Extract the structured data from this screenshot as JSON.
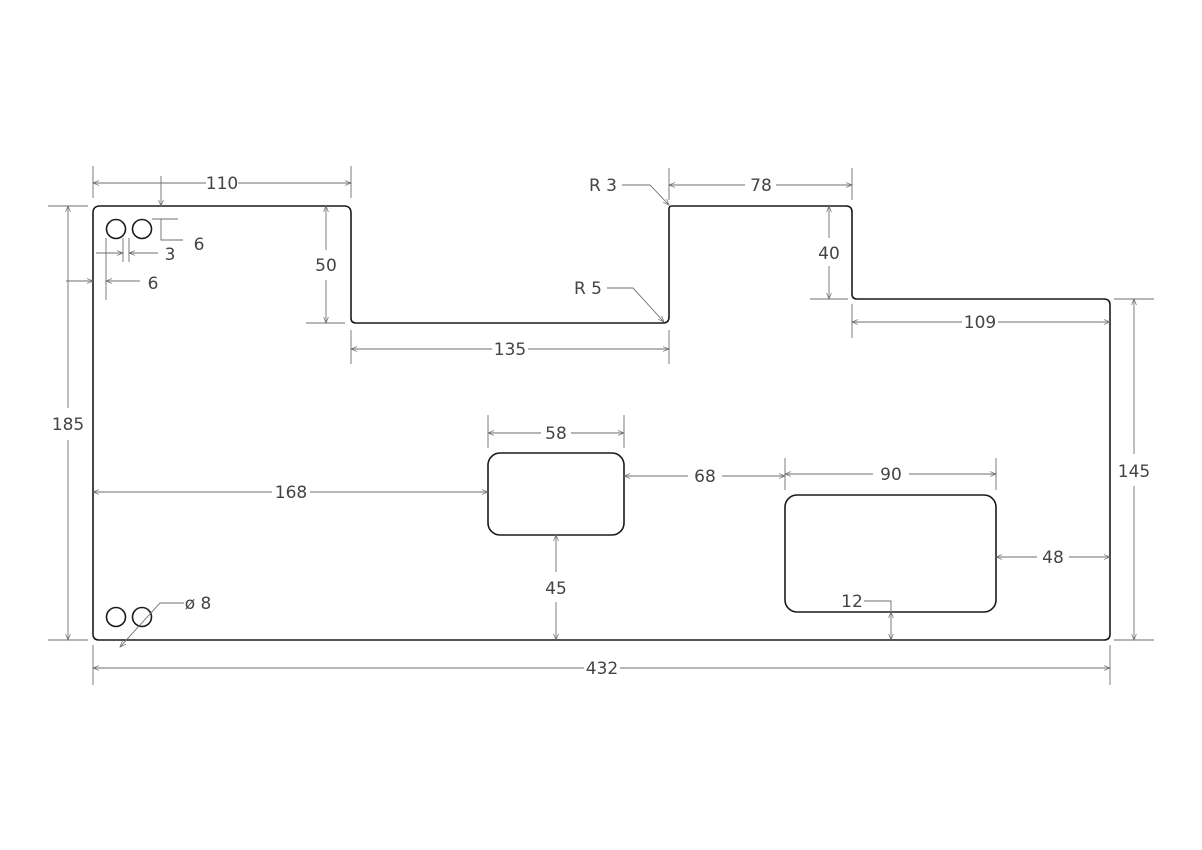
{
  "dimensions": {
    "top_left_width": "110",
    "radius_outer": "R 3",
    "right_step_width": "78",
    "hole_spacing_v": "6",
    "hole_offset": "3",
    "hole_spacing_h": "6",
    "notch_depth": "50",
    "right_step_depth": "40",
    "radius_inner": "R 5",
    "right_section_width": "109",
    "notch_width": "135",
    "total_height": "185",
    "cutout_small_width": "58",
    "cutout_spacing": "68",
    "cutout_large_width": "90",
    "right_height": "145",
    "cutout_small_offset_x": "168",
    "cutout_large_offset_right": "48",
    "cutout_small_offset_bottom": "45",
    "hole_diameter": "ø 8",
    "cutout_large_offset_bottom": "12",
    "total_width": "432"
  }
}
